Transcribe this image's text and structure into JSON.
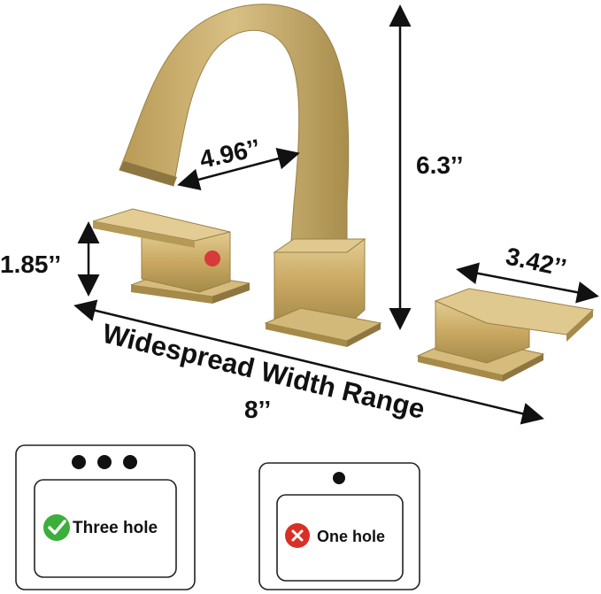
{
  "product": {
    "spout_reach": "4.96’’",
    "spout_height": "6.3’’",
    "handle_height": "1.85’’",
    "handle_length": "3.42’’",
    "width_caption": "Widespread Width Range",
    "width_value": "8’’"
  },
  "sinks": [
    {
      "label": "Three hole",
      "status": "compatible",
      "status_icon": "check-icon",
      "holes": 3
    },
    {
      "label": "One hole",
      "status": "not-compatible",
      "status_icon": "cross-icon",
      "holes": 1
    }
  ],
  "colors": {
    "brushed_gold": "#c9a862",
    "gold_shadow": "#a48a49",
    "gold_highlight": "#e2cc92",
    "hot_indicator": "#d63a3a",
    "check_green": "#3cae3a",
    "cross_red": "#d93025"
  }
}
